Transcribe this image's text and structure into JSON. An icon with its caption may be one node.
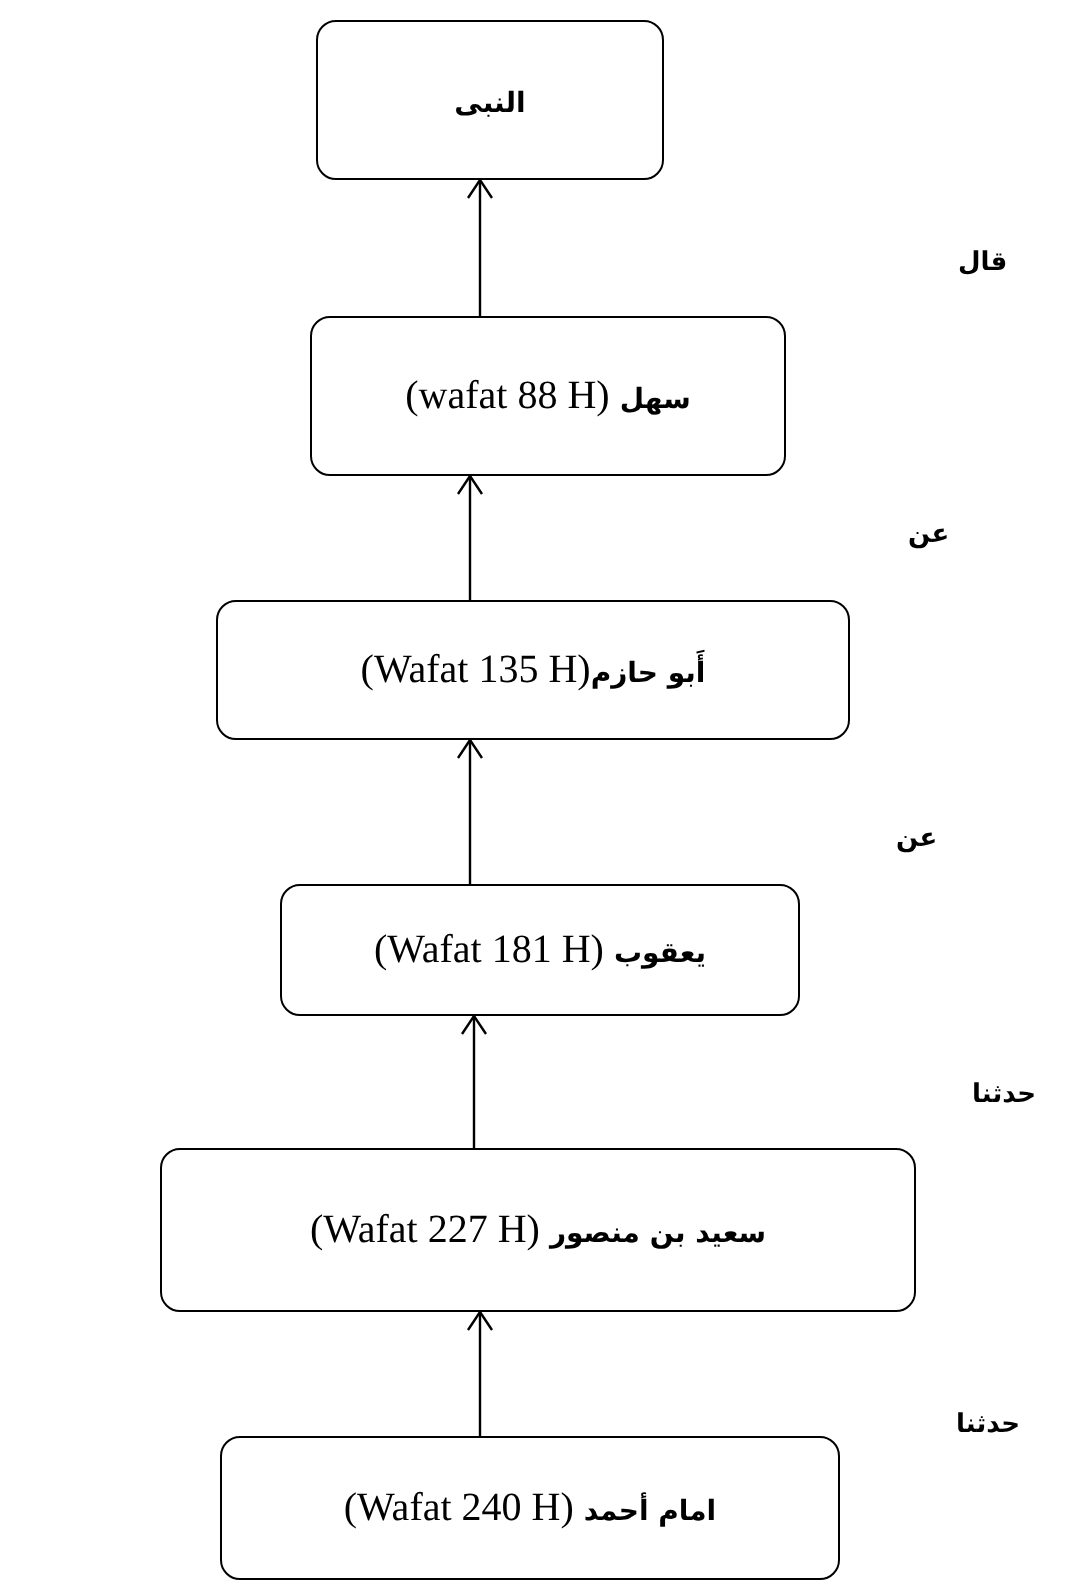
{
  "diagram": {
    "nodes": [
      {
        "text": [
          "**النبى**"
        ]
      },
      {
        "text": [
          "(wafat 88 H) **سهل**"
        ]
      },
      {
        "text": [
          "(Wafat 135 H)**أَبو حازم**"
        ]
      },
      {
        "text": [
          "(Wafat 181 H) **يعقوب**"
        ]
      },
      {
        "text": [
          "(Wafat 227 H) **سعيد بن منصور**"
        ]
      },
      {
        "text": [
          "(Wafat 240 H) **امام أحمد**"
        ]
      }
    ],
    "edges": [
      {
        "from": 1,
        "to": 0,
        "arrow": "to"
      },
      {
        "from": 2,
        "to": 1,
        "arrow": "to"
      },
      {
        "from": 3,
        "to": 2,
        "arrow": "to"
      },
      {
        "from": 4,
        "to": 3,
        "arrow": "to"
      },
      {
        "from": 5,
        "to": 4,
        "arrow": "to"
      }
    ],
    "labels": [
      "قال",
      "عن",
      "عن",
      "حدثنا",
      "حدثنا"
    ]
  }
}
